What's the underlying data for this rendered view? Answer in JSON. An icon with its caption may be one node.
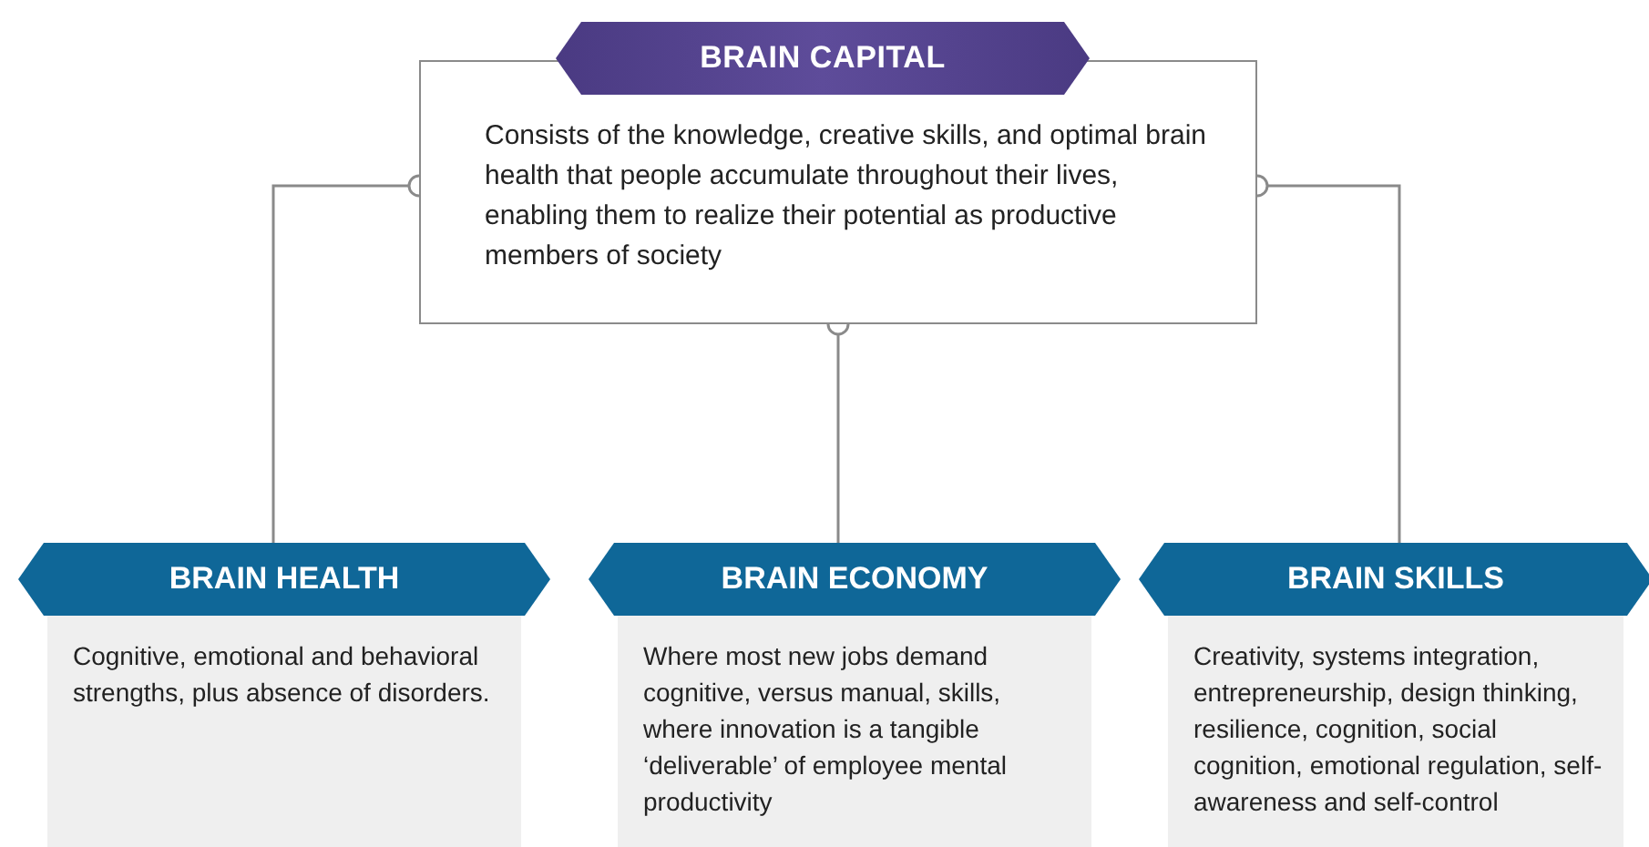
{
  "diagram": {
    "nodes": [
      {
        "text": [
          "BRAIN CAPITAL",
          "Consists of the knowledge, creative skills, and optimal brain health that people accumulate throughout their lives, enabling them to realize their potential as productive members of society"
        ]
      },
      {
        "text": [
          "BRAIN HEALTH",
          "Cognitive, emotional and behavioral strengths, plus absence of disorders."
        ]
      },
      {
        "text": [
          "BRAIN ECONOMY",
          "Where most new jobs demand cognitive, versus manual, skills, where innovation is a tangible ‘deliverable’ of employee mental productivity"
        ]
      },
      {
        "text": [
          "BRAIN SKILLS",
          "Creativity, systems integration, entrepreneurship, design thinking, resilience, cognition, social cognition, emotional regulation, self-awareness and self-control"
        ]
      }
    ],
    "edges": [
      {
        "from": 0,
        "to": 1,
        "arrow": "other"
      },
      {
        "from": 0,
        "to": 2,
        "arrow": "other"
      },
      {
        "from": 0,
        "to": 3,
        "arrow": "other"
      }
    ]
  }
}
